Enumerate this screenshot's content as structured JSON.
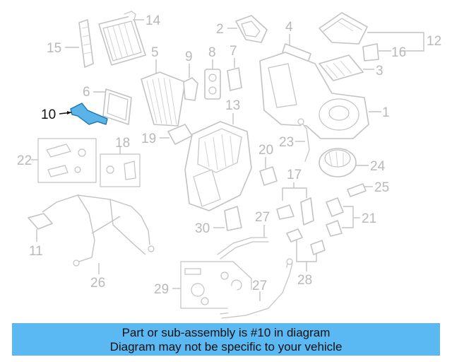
{
  "highlight_part": "10",
  "colors": {
    "banner_bg": "#5ab8f2",
    "highlight_fill": "#5ab4e8",
    "line_gray": "#c3c3c3",
    "label_gray": "#b9b9b9"
  },
  "callouts": {
    "c1": "1",
    "c2": "2",
    "c3": "3",
    "c4": "4",
    "c5": "5",
    "c6": "6",
    "c7": "7",
    "c8": "8",
    "c9": "9",
    "c10": "10",
    "c11": "11",
    "c12": "12",
    "c13": "13",
    "c14": "14",
    "c15": "15",
    "c16": "16",
    "c17": "17",
    "c18": "18",
    "c19": "19",
    "c20": "20",
    "c21": "21",
    "c22": "22",
    "c23": "23",
    "c24": "24",
    "c25": "25",
    "c26": "26",
    "c27a": "27",
    "c27b": "27",
    "c28": "28",
    "c29": "29",
    "c30": "30"
  },
  "banner": {
    "line1": "Part or sub-assembly is #10 in diagram",
    "line2": "Diagram may not be specific to your vehicle"
  }
}
